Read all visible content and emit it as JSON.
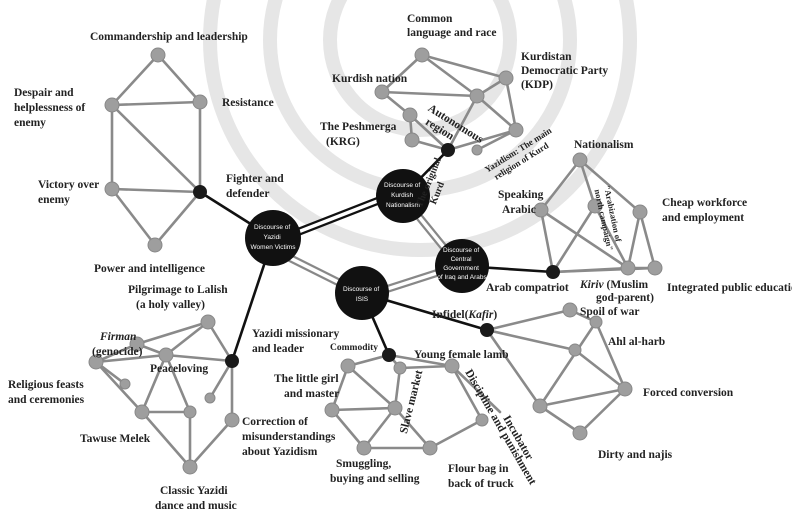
{
  "diagram": {
    "hubs": {
      "yazidi": [
        "Discourse of",
        "Yazidi",
        "Women Victims"
      ],
      "kurdish": [
        "Discourse of",
        "Kurdish",
        "Nationalism"
      ],
      "central": [
        "Discourse of",
        "Central",
        "Government",
        "of Iraq and Arabs"
      ],
      "isis": [
        "Discourse of",
        "ISIS"
      ]
    },
    "labels": {
      "commandership": "Commandership and leadership",
      "resistance": "Resistance",
      "despair": [
        "Despair and",
        "helplessness of",
        "enemy"
      ],
      "victory": [
        "Victory over",
        "enemy"
      ],
      "fighter": [
        "Fighter and",
        "defender"
      ],
      "power": "Power and intelligence",
      "pilgrimage": [
        "Pilgrimage to Lalish",
        "(a holy valley)"
      ],
      "missionary": [
        "Yazidi missionary",
        "and leader"
      ],
      "firman": [
        "Firman",
        "(genocide)"
      ],
      "peaceloving": "Peaceloving",
      "feasts": [
        "Religious feasts",
        "and ceremonies"
      ],
      "tawuse": "Tawuse Melek",
      "correction": [
        "Correction of",
        "misunderstandings",
        "about Yazidism"
      ],
      "classic": [
        "Classic Yazidi",
        "dance and music"
      ],
      "common_lang": [
        "Common",
        "language and race"
      ],
      "kurdish_nation": "Kurdish nation",
      "kdp": [
        "Kurdistan",
        "Democratic Party",
        "(KDP)"
      ],
      "peshmerga": [
        "The Peshmerga",
        "(KRG)"
      ],
      "autonomous": [
        "Autonomous",
        "region"
      ],
      "yazidism_main": [
        "Yazidism: The main",
        "religion of Kurd"
      ],
      "original_kurd": [
        "The original",
        "Kurd"
      ],
      "nationalism": "Nationalism",
      "speaking_arabic": [
        "Speaking",
        "Arabic"
      ],
      "arabization": [
        "\"Arabization of",
        "north campaign\""
      ],
      "cheap_workforce": [
        "Cheap workforce",
        "and employment"
      ],
      "arab_compatriot": "Arab compatriot",
      "kiriv_a": "Kiriv",
      "kiriv_b": " (Muslim",
      "kiriv_c": "god-parent)",
      "integrated_edu": "Integrated public education",
      "infidel_a": "Infidel(",
      "infidel_b": "Kafir",
      "infidel_c": ")",
      "spoil": "Spoil of war",
      "ahl": "Ahl al-harb",
      "commodity": "Commodity",
      "young_female": "Young female lamb",
      "little_girl": [
        "The little girl",
        "and master"
      ],
      "slave_market": "Slave market",
      "discipline": "Discipline and punishment",
      "incubator": "Incubator",
      "forced_conversion": "Forced conversion",
      "dirty": "Dirty and najis",
      "smuggling": [
        "Smuggling,",
        "buying and selling"
      ],
      "flour": [
        "Flour bag in",
        "back of truck"
      ]
    }
  },
  "colors": {
    "hub": "#111111",
    "dark_node": "#1a1a1a",
    "gray_node": "#9e9e9e",
    "edge": "#8a8a8a",
    "bold_edge": "#111111",
    "text": "#222222",
    "watermark": "#e4e4e4"
  }
}
